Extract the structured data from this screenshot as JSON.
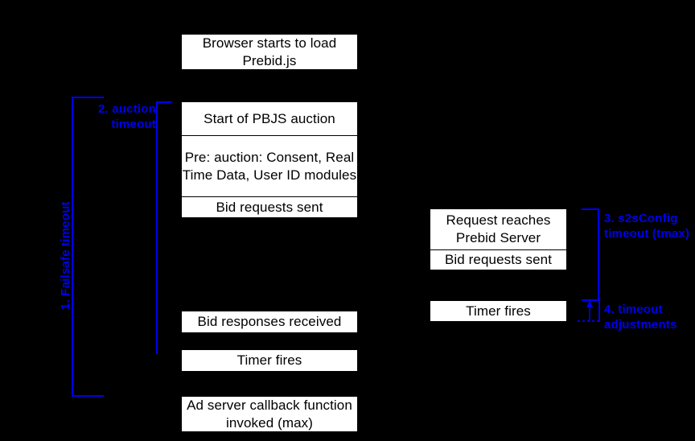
{
  "diagram": {
    "title": "Prebid timeout flow diagram",
    "background_color": "#000000",
    "box_fill": "#ffffff",
    "box_text_color": "#000000",
    "annotation_color": "#0000ee"
  },
  "client_column": {
    "top_box": {
      "label": "Browser starts to load\nPrebid.js"
    },
    "stack": {
      "cells": [
        {
          "label": "Start of PBJS auction"
        },
        {
          "label": "Pre: auction: Consent,\nReal Time Data, User\nID modules"
        },
        {
          "label": "Bid requests sent"
        }
      ]
    },
    "bid_responses_box": {
      "label": "Bid responses received"
    },
    "timer_fires_box": {
      "label": "Timer fires"
    },
    "ad_server_box": {
      "label": "Ad server callback\nfunction invoked (max)"
    }
  },
  "server_column": {
    "stack": {
      "cells": [
        {
          "label": "Request reaches\nPrebid Server"
        },
        {
          "label": "Bid requests sent"
        }
      ]
    },
    "timer_fires_box": {
      "label": "Timer fires"
    }
  },
  "annotations": [
    {
      "id": "failsafe-timeout",
      "label": "1. Failsafe timeout",
      "orientation": "vertical"
    },
    {
      "id": "auction-timeout",
      "label": "2. auction\ntimeout",
      "orientation": "horizontal"
    },
    {
      "id": "s2sconfig-timeout",
      "label": "3. s2sConfig\ntimeout (tmax)",
      "orientation": "horizontal"
    },
    {
      "id": "timeout-adjustments",
      "label": "4. timeout\nadjustments",
      "orientation": "horizontal"
    }
  ]
}
